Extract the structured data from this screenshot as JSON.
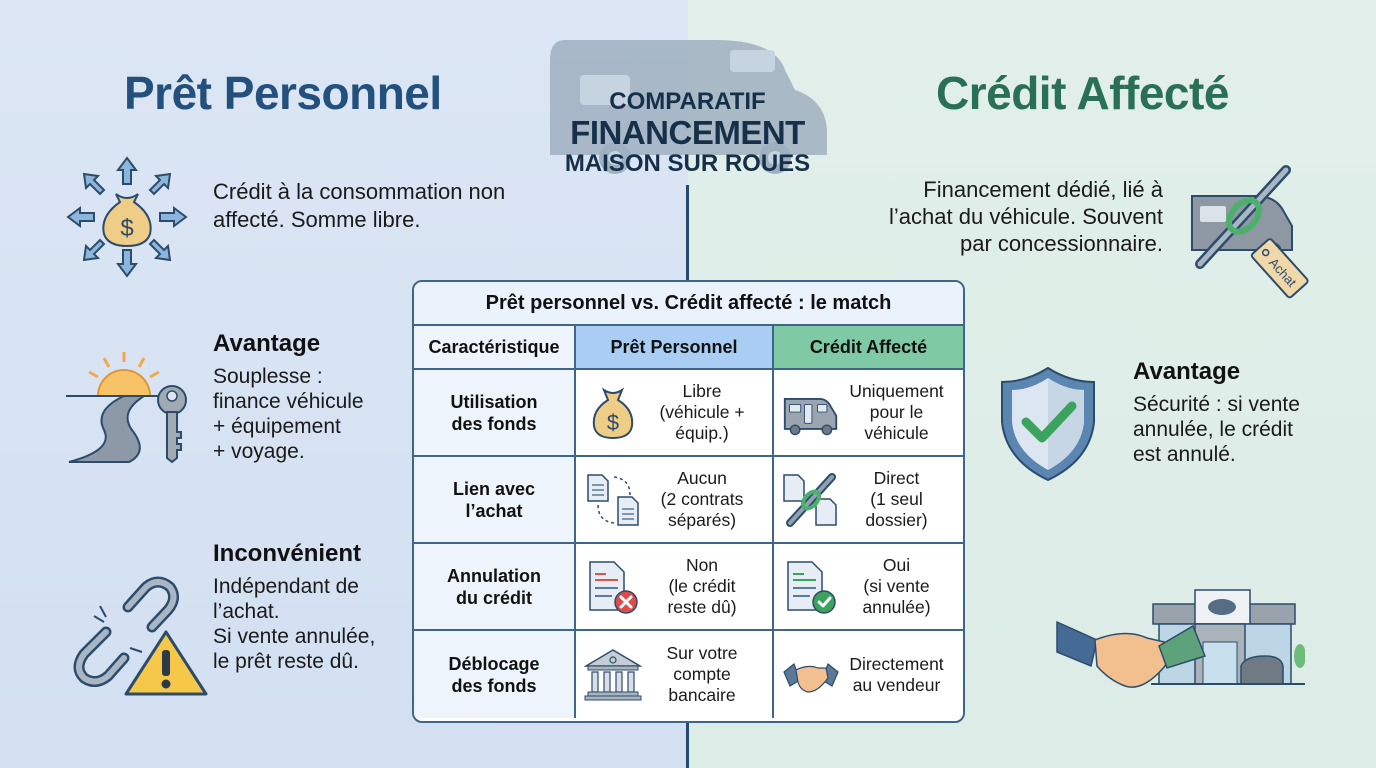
{
  "header": {
    "left_title": "Prêt Personnel",
    "right_title": "Crédit Affecté",
    "center_title": {
      "line1": "COMPARATIF",
      "line2": "FINANCEMENT",
      "line3": "MAISON SUR ROUES",
      "background_icon": "camper-van-icon"
    }
  },
  "left_panel": {
    "intro": {
      "icon": "money-bag-arrows-icon",
      "text": "Crédit à la consommation non affecté. Somme libre."
    },
    "advantage": {
      "icon": "road-sunset-key-icon",
      "heading": "Avantage",
      "lines": [
        "Souplesse :",
        "finance véhicule",
        "+ équipement",
        "+ voyage."
      ]
    },
    "drawback": {
      "icon": "broken-chain-warning-icon",
      "heading": "Inconvénient",
      "lines": [
        "Indépendant de",
        "l’achat.",
        "Si vente annulée,",
        "le prêt reste dû."
      ]
    }
  },
  "right_panel": {
    "intro": {
      "icon": "camper-chain-tag-icon",
      "tag_label": "Achat",
      "lines": [
        "Financement dédié, lié à",
        "l’achat du véhicule. Souvent",
        "par concessionnaire."
      ]
    },
    "advantage": {
      "icon": "shield-check-icon",
      "heading": "Avantage",
      "lines": [
        "Sécurité : si vente",
        "annulée, le crédit",
        "est annulé."
      ]
    },
    "dealer": {
      "icon": "handshake-dealership-icon"
    }
  },
  "table": {
    "title": "Prêt personnel vs. Crédit affecté : le match",
    "columns": [
      "Caractéristique",
      "Prêt Personnel",
      "Crédit Affecté"
    ],
    "colors": {
      "pret_header": "#a9cdf3",
      "credit_header": "#7fc9a5",
      "border": "#3d6689"
    },
    "rows": [
      {
        "feature": [
          "Utilisation",
          "des fonds"
        ],
        "pret": {
          "icon": "money-bag-icon",
          "lines": [
            "Libre",
            "(véhicule +",
            "équip.)"
          ]
        },
        "credit": {
          "icon": "camper-van-icon",
          "lines": [
            "Uniquement",
            "pour le",
            "véhicule"
          ]
        }
      },
      {
        "feature": [
          "Lien avec",
          "l’achat"
        ],
        "pret": {
          "icon": "separate-documents-icon",
          "lines": [
            "Aucun",
            "(2 contrats",
            "séparés)"
          ]
        },
        "credit": {
          "icon": "linked-documents-icon",
          "lines": [
            "Direct",
            "(1 seul",
            "dossier)"
          ]
        }
      },
      {
        "feature": [
          "Annulation",
          "du crédit"
        ],
        "pret": {
          "icon": "document-x-icon",
          "lines": [
            "Non",
            "(le crédit",
            "reste dû)"
          ]
        },
        "credit": {
          "icon": "document-check-icon",
          "lines": [
            "Oui",
            "(si vente",
            "annulée)"
          ]
        }
      },
      {
        "feature": [
          "Déblocage",
          "des fonds"
        ],
        "pret": {
          "icon": "bank-icon",
          "lines": [
            "Sur votre",
            "compte",
            "bancaire"
          ]
        },
        "credit": {
          "icon": "handshake-icon",
          "lines": [
            "Directement",
            "au vendeur"
          ]
        }
      }
    ]
  }
}
